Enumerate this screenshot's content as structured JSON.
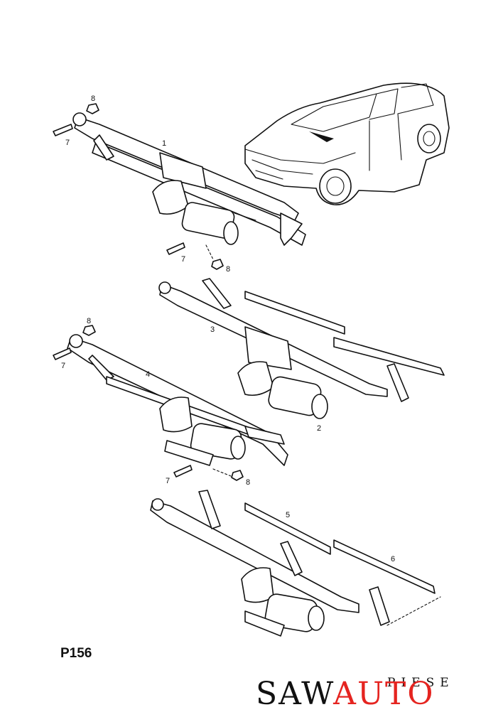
{
  "diagram": {
    "callouts": {
      "c1": "1",
      "c2": "2",
      "c3": "3",
      "c4": "4",
      "c5": "5",
      "c6": "6",
      "c7a": "7",
      "c7b": "7",
      "c7c": "7",
      "c7d": "7",
      "c8a": "8",
      "c8b": "8",
      "c8c": "8",
      "c8d": "8"
    },
    "page_code": "P156"
  },
  "logo": {
    "main_left": "SAW",
    "main_right": "AUTO",
    "sub": "PIESE",
    "accent_color": "#e52420"
  }
}
